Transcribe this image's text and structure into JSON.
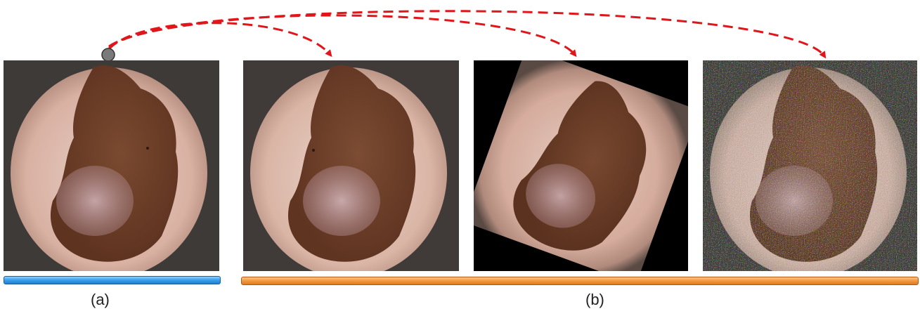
{
  "captions": {
    "a": "(a)",
    "b": "(b)"
  },
  "colors": {
    "arrow": "#e0161a",
    "anchor_dot": "#7a7a7a",
    "bar_a": "#2f8fe0",
    "bar_b": "#f08a30",
    "skin": "#d8a898",
    "lesion": "#6a3a22",
    "background": "#ffffff"
  },
  "panels": [
    {
      "id": "original",
      "variant": "original"
    },
    {
      "id": "augmented-1",
      "variant": "copy"
    },
    {
      "id": "augmented-2",
      "variant": "rotated"
    },
    {
      "id": "augmented-3",
      "variant": "noisy"
    }
  ]
}
